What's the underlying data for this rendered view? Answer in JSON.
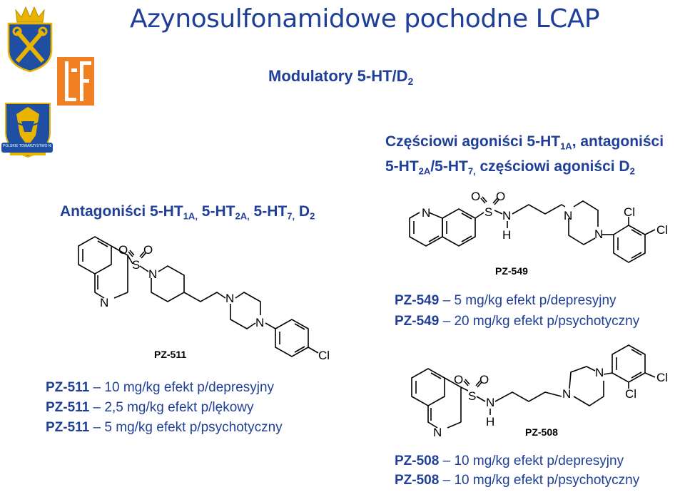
{
  "slide": {
    "title": "Azynosulfonamidowe pochodne LCAP",
    "subtitle_main": "Modulatory 5-HT/D",
    "subtitle_sub": "2"
  },
  "categories": {
    "left": {
      "t1": "Antagoniści 5-HT",
      "s1": "1A,",
      "t2": " 5-HT",
      "s2": "2A,",
      "t3": " 5-HT",
      "s3": "7,",
      "t4": " D",
      "s4": "2"
    },
    "right_line1": {
      "t1": "Częściowi agoniści 5-HT",
      "s1": "1A",
      "t2": ", antagoniści"
    },
    "right_line2": {
      "t1": "5-HT",
      "s1": "2A",
      "t2": "/5-HT",
      "s2": "7,",
      "t3": " częściowi agoniści D",
      "s3": "2"
    }
  },
  "compounds": {
    "pz511": {
      "name": "PZ-511",
      "effects": [
        {
          "code": "PZ-511",
          "dash": "–",
          "text": "10 mg/kg efekt p/depresyjny"
        },
        {
          "code": "PZ-511",
          "dash": "–",
          "text": "2,5 mg/kg efekt p/lękowy"
        },
        {
          "code": "PZ-511",
          "dash": "–",
          "text": "5 mg/kg efekt p/psychotyczny"
        }
      ]
    },
    "pz549": {
      "name": "PZ-549",
      "effects": [
        {
          "code": "PZ-549",
          "dash": "–",
          "text": "5 mg/kg efekt p/depresyjny"
        },
        {
          "code": "PZ-549",
          "dash": "–",
          "text": "20 mg/kg efekt p/psychotyczny"
        }
      ]
    },
    "pz508": {
      "name": "PZ-508",
      "effects": [
        {
          "code": "PZ-508",
          "dash": "–",
          "text": "10 mg/kg efekt p/depresyjny"
        },
        {
          "code": "PZ-508",
          "dash": "–",
          "text": "10 mg/kg efekt p/psychotyczny"
        }
      ]
    }
  },
  "atoms": {
    "N": "N",
    "S": "S",
    "O": "O",
    "H": "H",
    "Cl": "Cl"
  },
  "logos": {
    "uj_logo": "crest-crossed-keys",
    "lf_logo": "orange-LF-monogram",
    "society_logo": "eagle-crest",
    "society_text": "POLSKIE TOWARZYSTWO NEUROPSYCHOFARMAKOLOGII",
    "colors": {
      "crest_blue": "#1e4fa3",
      "crest_gold": "#e8b400",
      "lf_orange": "#f07f22",
      "text_blue": "#1f3f99"
    }
  }
}
